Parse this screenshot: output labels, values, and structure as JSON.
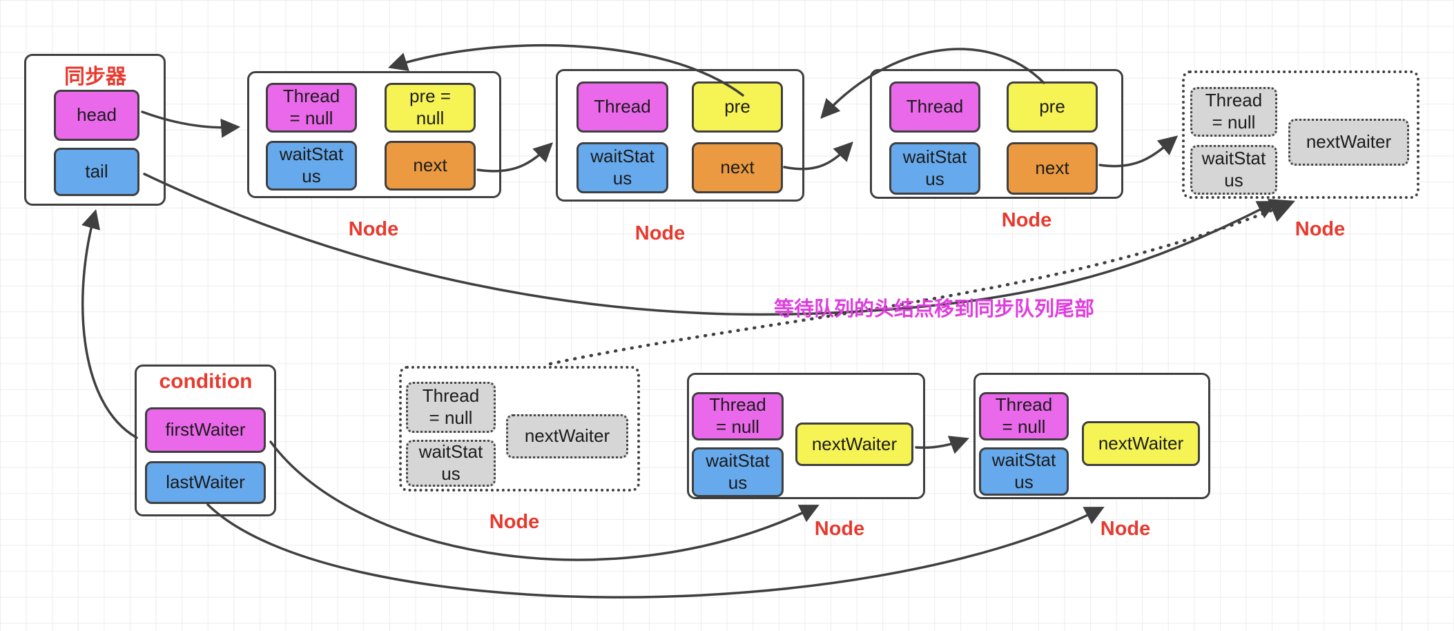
{
  "synchronizer": {
    "title": "同步器",
    "head": "head",
    "tail": "tail"
  },
  "condition": {
    "title": "condition",
    "first_waiter": "firstWaiter",
    "last_waiter": "lastWaiter"
  },
  "annotation": "等待队列的头结点移到同步队列尾部",
  "sync_queue": {
    "nodes": [
      {
        "thread": "Thread = null",
        "pre": "pre = null",
        "wait_status": "waitStatus",
        "next": "next",
        "label": "Node"
      },
      {
        "thread": "Thread",
        "pre": "pre",
        "wait_status": "waitStatus",
        "next": "next",
        "label": "Node"
      },
      {
        "thread": "Thread",
        "pre": "pre",
        "wait_status": "waitStatus",
        "next": "next",
        "label": "Node"
      }
    ],
    "tail_node": {
      "thread": "Thread = null",
      "wait_status": "waitStatus",
      "next_waiter": "nextWaiter",
      "label": "Node"
    }
  },
  "wait_queue": {
    "head_node": {
      "thread": "Thread = null",
      "wait_status": "waitStatus",
      "next_waiter": "nextWaiter",
      "label": "Node"
    },
    "nodes": [
      {
        "thread": "Thread = null",
        "wait_status": "waitStatus",
        "next_waiter": "nextWaiter",
        "label": "Node"
      },
      {
        "thread": "Thread = null",
        "wait_status": "waitStatus",
        "next_waiter": "nextWaiter",
        "label": "Node"
      }
    ]
  },
  "colors": {
    "thread_field": "#ea68ea",
    "wait_status_field": "#66a9ec",
    "pre_field": "#f6f455",
    "next_field": "#eb9a41",
    "next_waiter_field": "#f6f455",
    "moved_node_field": "#d6d6d6",
    "node_label": "#e8392e",
    "annotation_text": "#df3ddf",
    "stroke": "#3f3f3f"
  }
}
